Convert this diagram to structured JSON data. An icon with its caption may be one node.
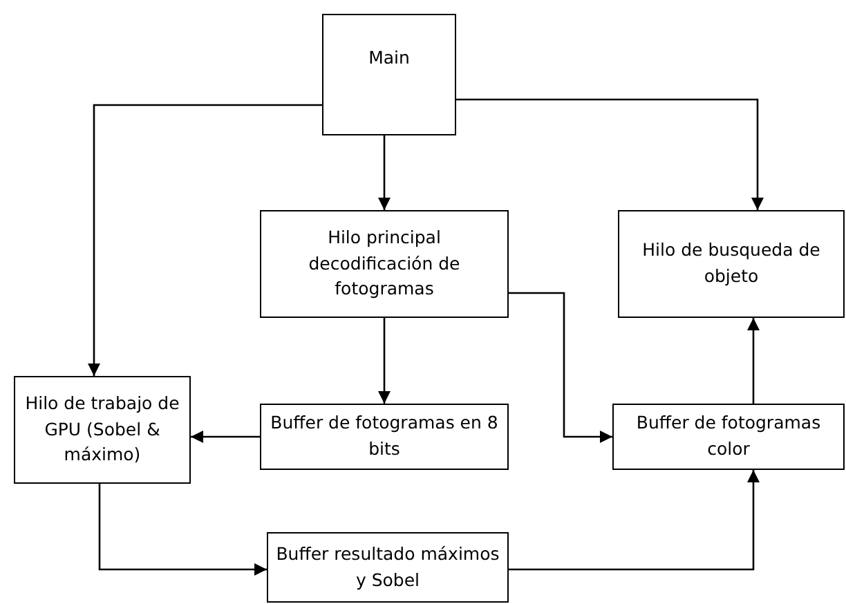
{
  "diagram": {
    "nodes": [
      {
        "text": [
          "Main"
        ]
      },
      {
        "text": [
          "Hilo principal decodificación de fotogramas"
        ]
      },
      {
        "text": [
          "Hilo de busqueda de objeto"
        ]
      },
      {
        "text": [
          "Hilo de trabajo de GPU (Sobel & máximo)"
        ]
      },
      {
        "text": [
          "Buffer de fotogramas en 8 bits"
        ]
      },
      {
        "text": [
          "Buffer de fotogramas color"
        ]
      },
      {
        "text": [
          "Buffer resultado máximos y Sobel"
        ]
      }
    ],
    "edges": [
      {
        "from": 0,
        "to": 1,
        "arrow": "to"
      },
      {
        "from": 0,
        "to": 3,
        "arrow": "to"
      },
      {
        "from": 0,
        "to": 2,
        "arrow": "to"
      },
      {
        "from": 1,
        "to": 4,
        "arrow": "to"
      },
      {
        "from": 1,
        "to": 5,
        "arrow": "to"
      },
      {
        "from": 4,
        "to": 3,
        "arrow": "to"
      },
      {
        "from": 3,
        "to": 6,
        "arrow": "to"
      },
      {
        "from": 6,
        "to": 5,
        "arrow": "to"
      },
      {
        "from": 5,
        "to": 2,
        "arrow": "to"
      }
    ]
  }
}
